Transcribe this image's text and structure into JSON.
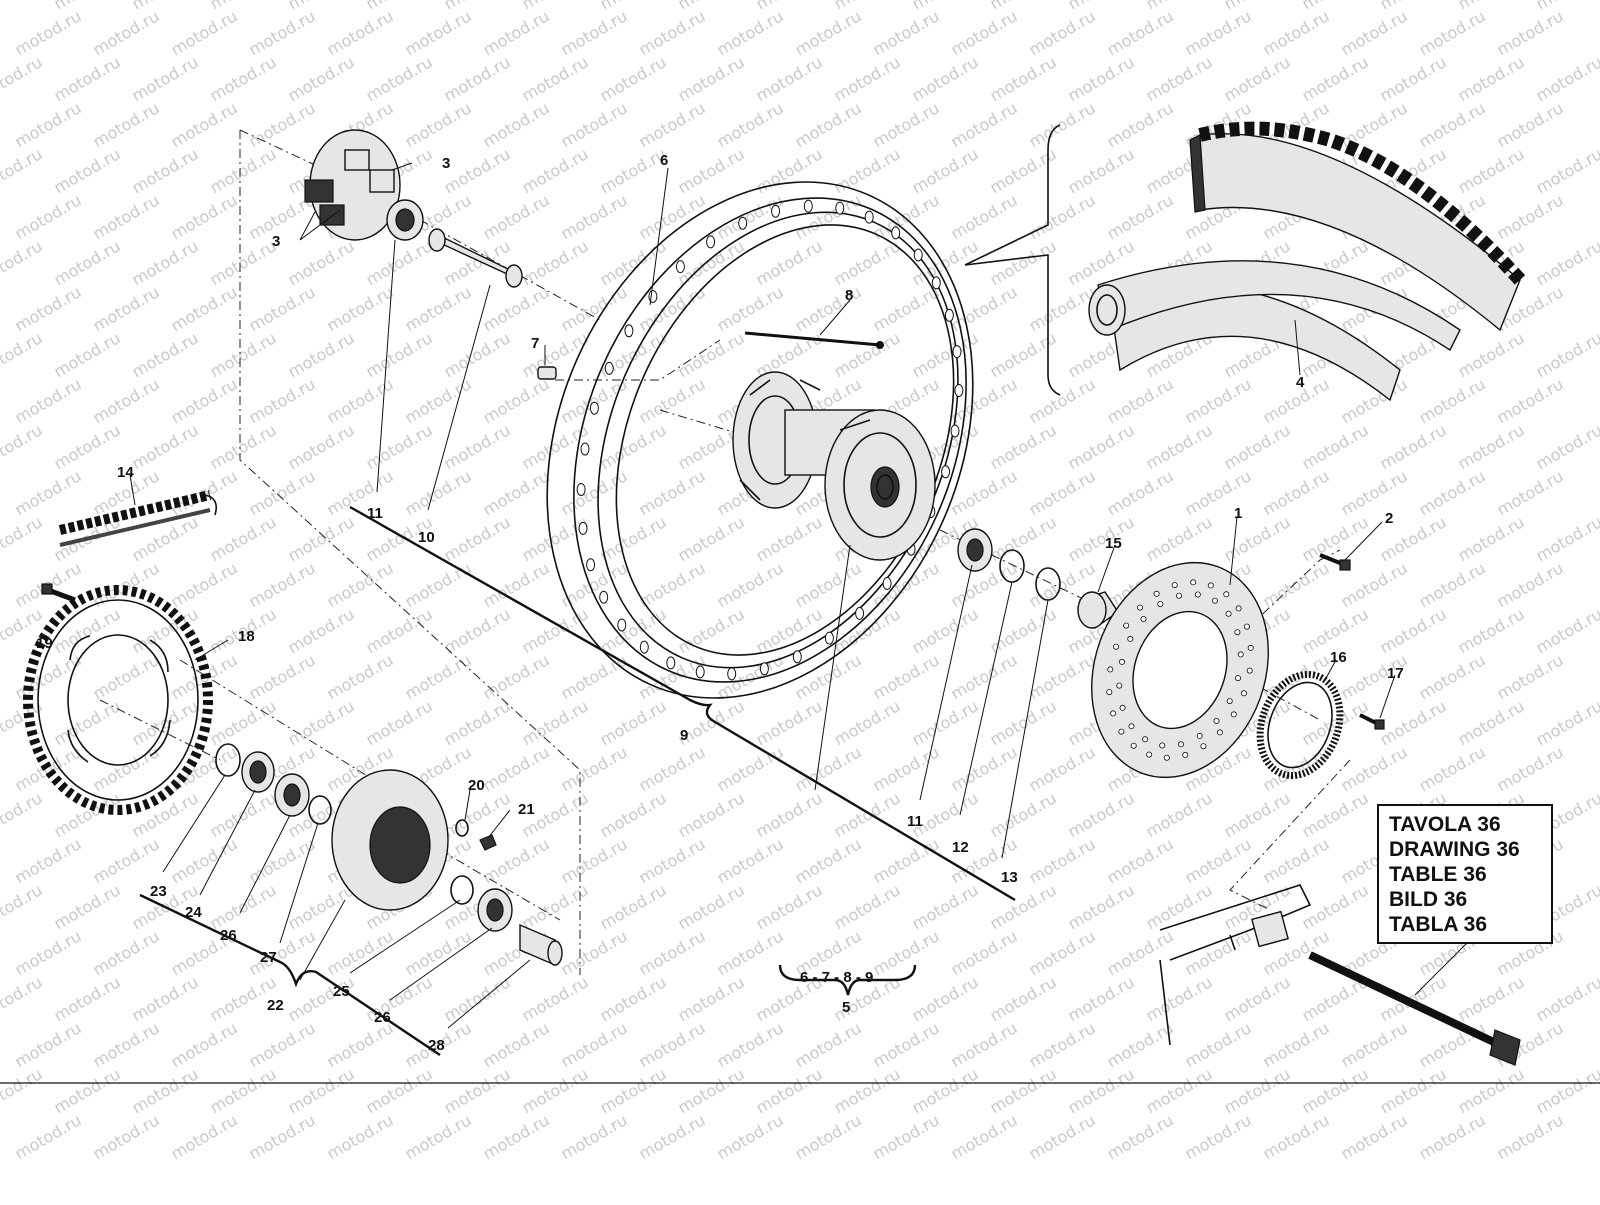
{
  "watermark": {
    "text": "motod.ru"
  },
  "callouts": [
    {
      "id": "c1",
      "label": "1"
    },
    {
      "id": "c2",
      "label": "2"
    },
    {
      "id": "c3a",
      "label": "3"
    },
    {
      "id": "c3b",
      "label": "3"
    },
    {
      "id": "c4",
      "label": "4"
    },
    {
      "id": "c5",
      "label": "5"
    },
    {
      "id": "c6",
      "label": "6"
    },
    {
      "id": "c7",
      "label": "7"
    },
    {
      "id": "c8",
      "label": "8"
    },
    {
      "id": "c9",
      "label": "9"
    },
    {
      "id": "c10",
      "label": "10"
    },
    {
      "id": "c11a",
      "label": "11"
    },
    {
      "id": "c11b",
      "label": "11"
    },
    {
      "id": "c12",
      "label": "12"
    },
    {
      "id": "c13",
      "label": "13"
    },
    {
      "id": "c14",
      "label": "14"
    },
    {
      "id": "c15",
      "label": "15"
    },
    {
      "id": "c16",
      "label": "16"
    },
    {
      "id": "c17",
      "label": "17"
    },
    {
      "id": "c18",
      "label": "18"
    },
    {
      "id": "c19",
      "label": "19"
    },
    {
      "id": "c20",
      "label": "20"
    },
    {
      "id": "c21",
      "label": "21"
    },
    {
      "id": "c22",
      "label": "22"
    },
    {
      "id": "c23",
      "label": "23"
    },
    {
      "id": "c24",
      "label": "24"
    },
    {
      "id": "c25",
      "label": "25"
    },
    {
      "id": "c26a",
      "label": "26"
    },
    {
      "id": "c26b",
      "label": "26"
    },
    {
      "id": "c27",
      "label": "27"
    },
    {
      "id": "c28",
      "label": "28"
    },
    {
      "id": "c5group",
      "label": "6 - 7 - 8 - 9"
    }
  ],
  "reference_box": {
    "lines": [
      "TAVOLA 36",
      "DRAWING 36",
      "TABLE 36",
      "BILD 36",
      "TABLA 36"
    ]
  }
}
